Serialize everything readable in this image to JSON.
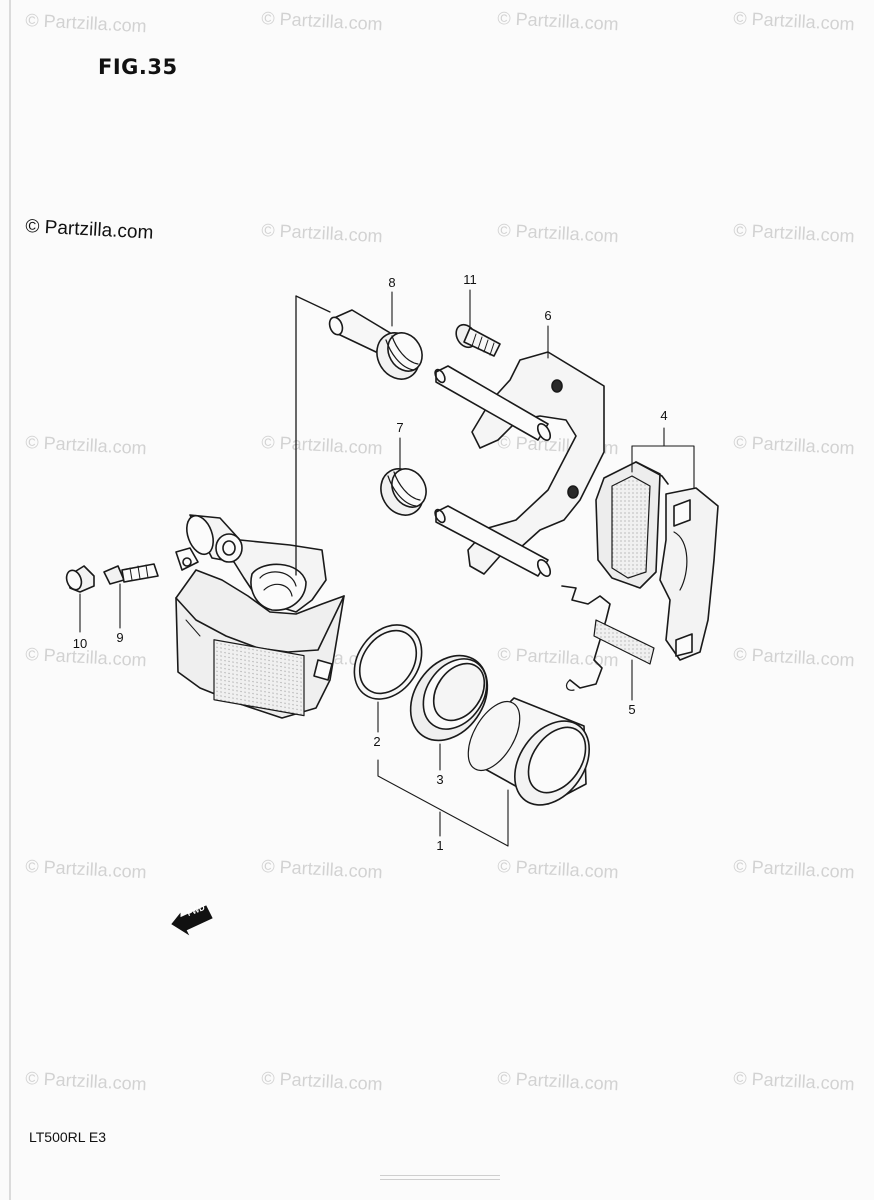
{
  "figure": {
    "title": "FIG.35",
    "model_code": "LT500RL  E3",
    "watermark_main": "© Partzilla.com",
    "watermark_repeat": "© Partzilla.com"
  },
  "part_labels": [
    "1",
    "2",
    "3",
    "4",
    "5",
    "6",
    "7",
    "8",
    "9",
    "10",
    "11"
  ],
  "fwd_indicator": "FWD"
}
